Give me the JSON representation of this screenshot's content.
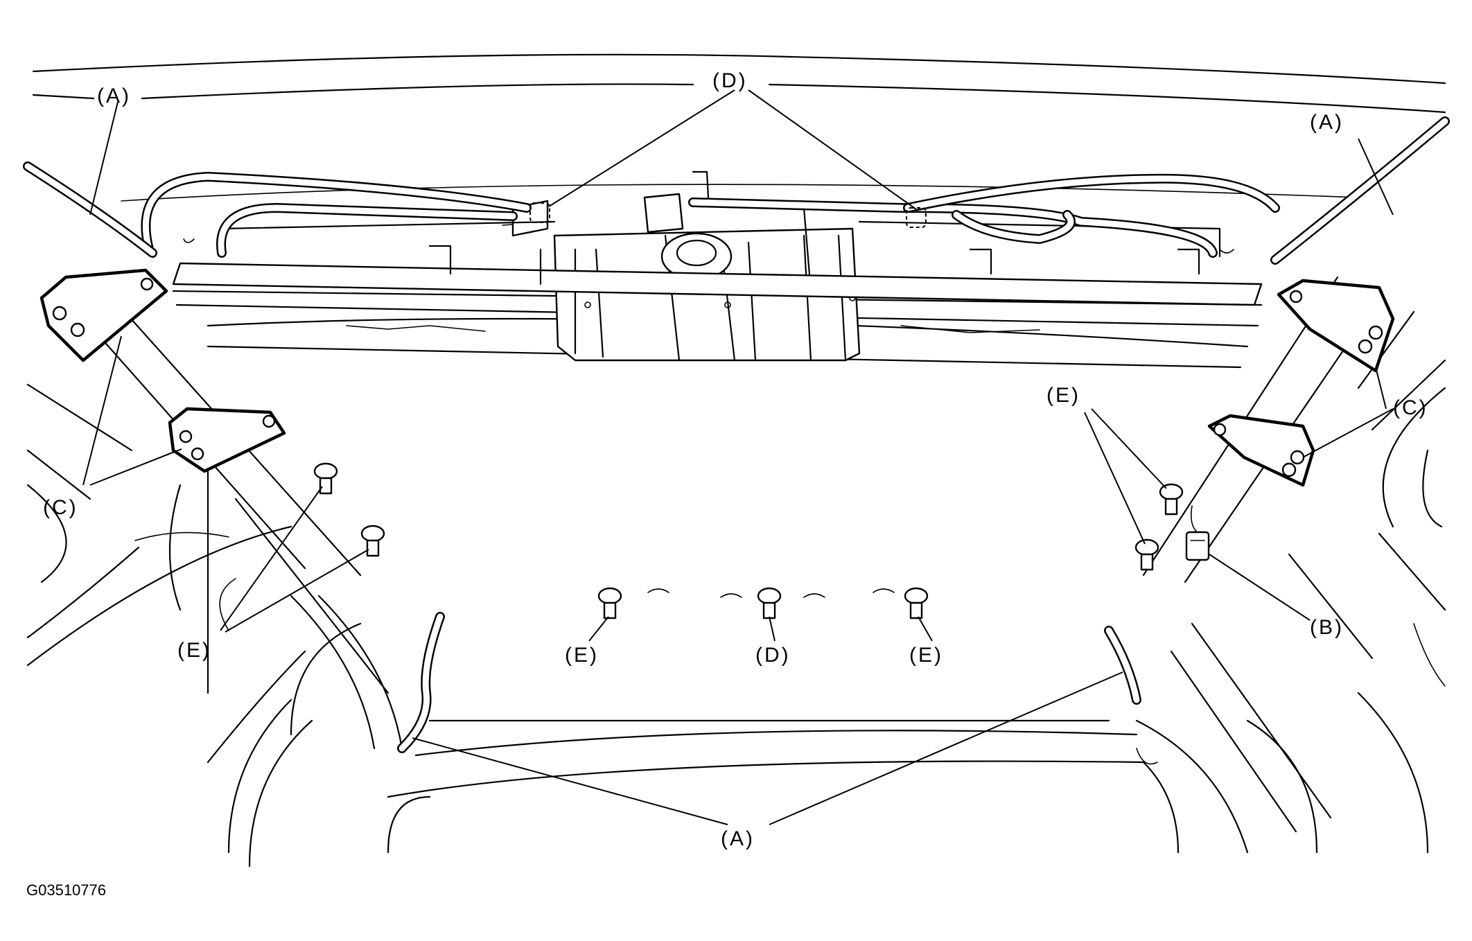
{
  "figure": {
    "id": "G03510776"
  },
  "callouts": {
    "a_top_left": "(A)",
    "a_top_right": "(A)",
    "a_bottom": "(A)",
    "b": "(B)",
    "c_left": "(C)",
    "c_right": "(C)",
    "d_top": "(D)",
    "d_bottom": "(D)",
    "e_left": "(E)",
    "e_right": "(E)",
    "e_bottom_left": "(E)",
    "e_bottom_right": "(E)"
  }
}
